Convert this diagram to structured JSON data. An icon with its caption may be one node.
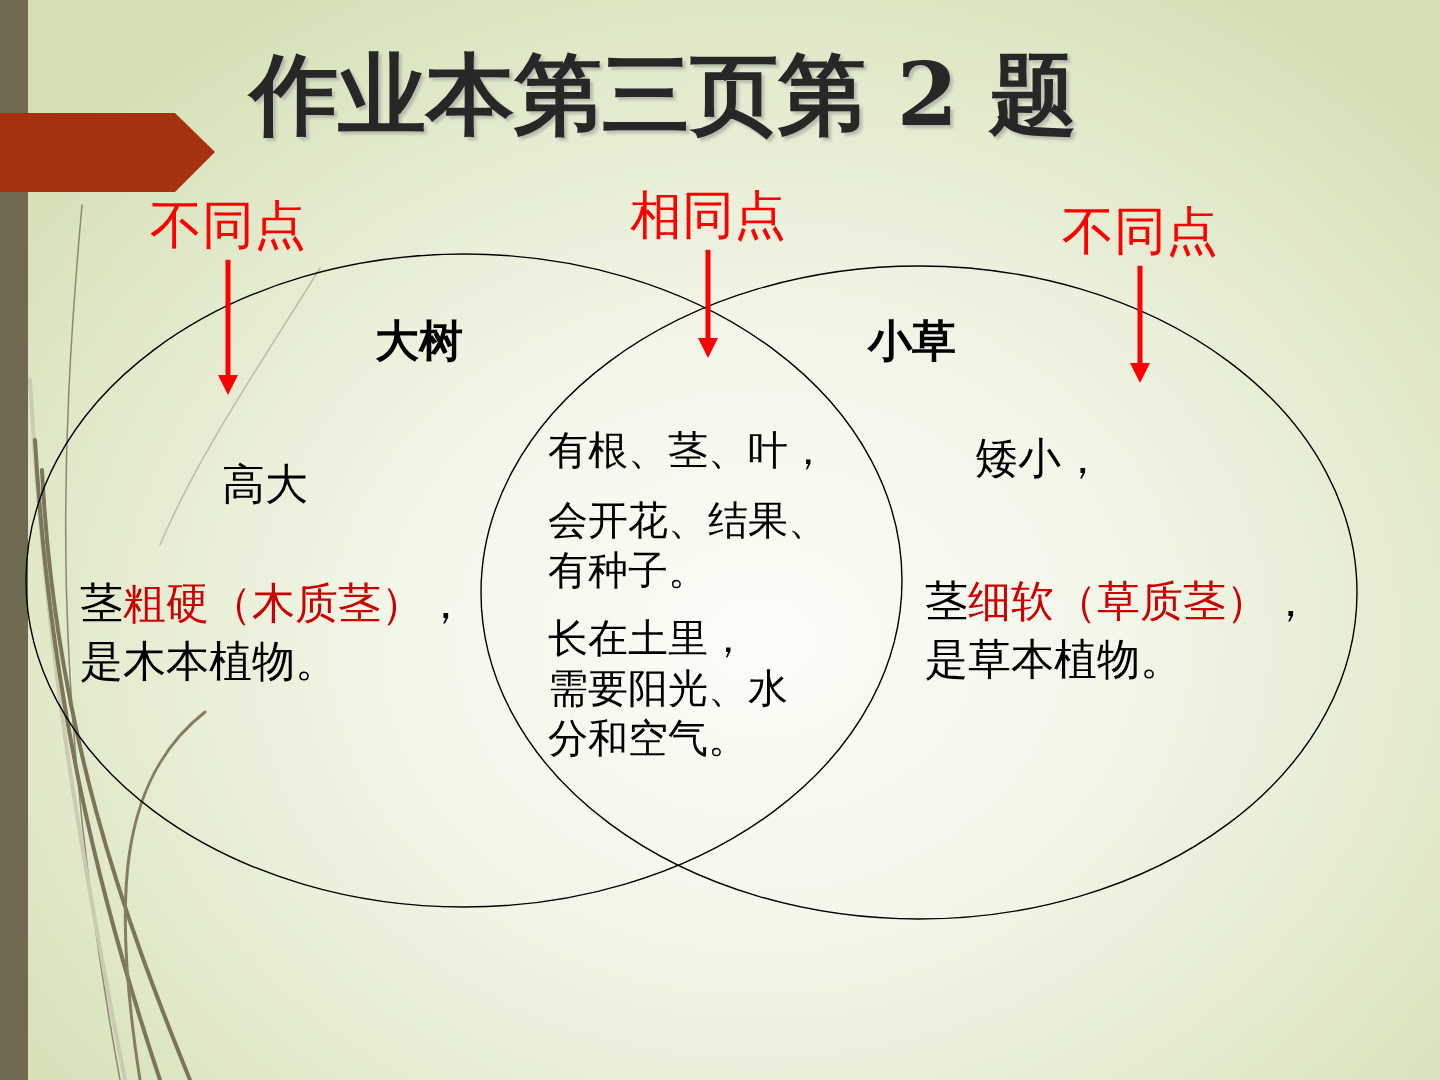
{
  "diagram": {
    "title": "作业本第三页第 2 题",
    "nodes": [
      {
        "text": [
          "不同点"
        ]
      },
      {
        "text": [
          "相同点"
        ]
      },
      {
        "text": [
          "不同点"
        ]
      },
      {
        "text": [
          "大树",
          "高大",
          "茎**粗硬（木质茎）**，是木本植物。"
        ]
      },
      {
        "text": [
          "小草",
          "矮小，",
          "茎**细软（草质茎）**，是草本植物。"
        ]
      }
    ],
    "edges": [
      {
        "from": 0,
        "to": 3,
        "arrow": "to"
      },
      {
        "from": 1,
        "to": 3,
        "arrow": "to"
      },
      {
        "from": 1,
        "to": 4,
        "arrow": "to"
      },
      {
        "from": 2,
        "to": 4,
        "arrow": "to"
      }
    ],
    "labels": [
      "有根、茎、叶，",
      "会开花、结果、有种子。",
      "长在土里，",
      "需要阳光、水分和空气。"
    ]
  }
}
